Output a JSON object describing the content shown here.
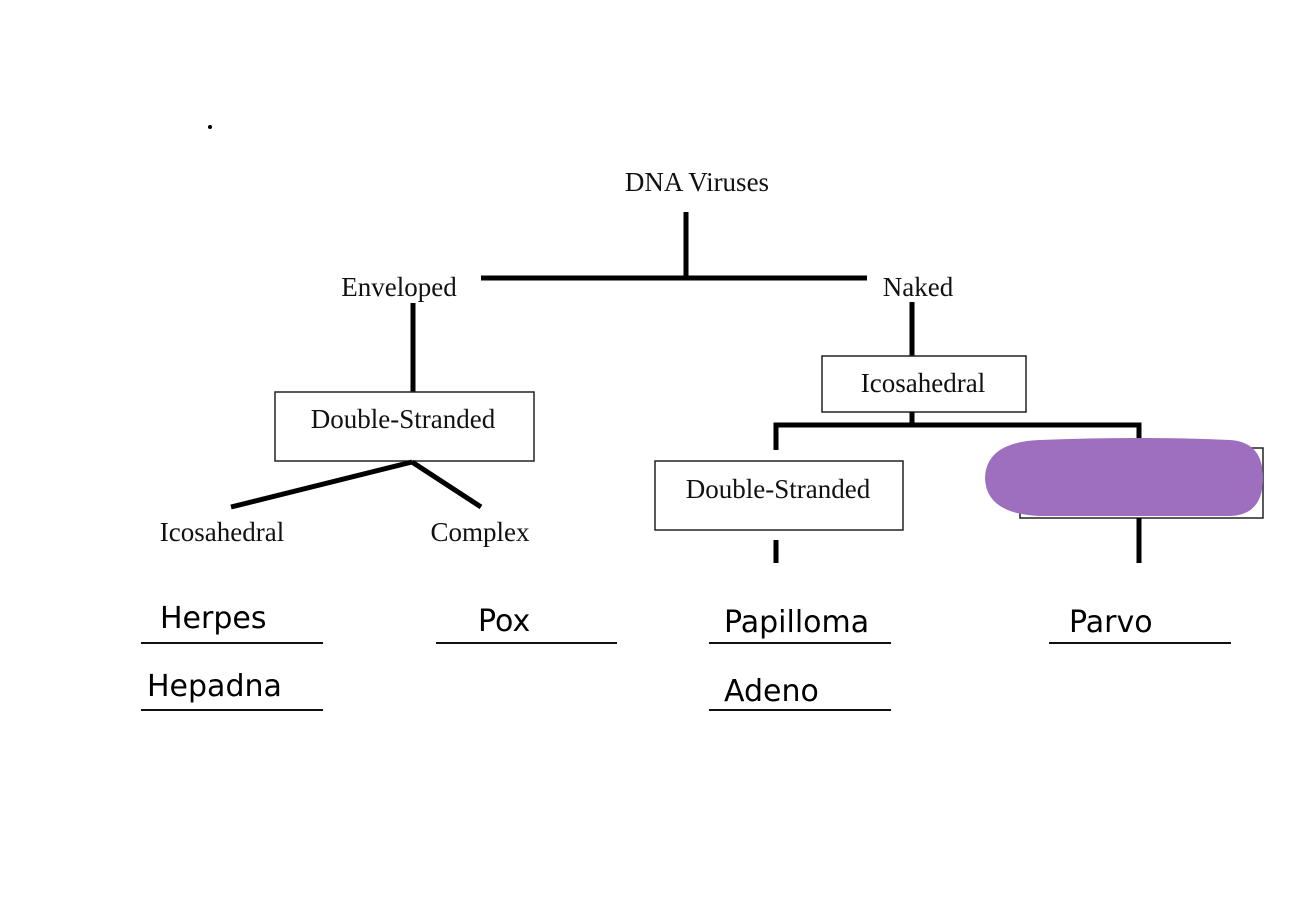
{
  "diagram": {
    "root": "DNA Viruses",
    "branches": {
      "enveloped": {
        "label": "Enveloped",
        "strand_box": "Double-Stranded",
        "children": {
          "icosahedral": "Icosahedral",
          "complex": "Complex"
        }
      },
      "naked": {
        "label": "Naked",
        "shape_box": "Icosahedral",
        "children": {
          "double_stranded": "Double-Stranded",
          "hidden_box": ""
        }
      }
    },
    "redaction_color": "#9e6fbf"
  },
  "answers": {
    "enveloped_icosahedral": [
      "Herpes",
      "Hepadna"
    ],
    "enveloped_complex": [
      "Pox"
    ],
    "naked_double_stranded": [
      "Papilloma",
      "Adeno"
    ],
    "naked_hidden": [
      "Parvo"
    ]
  }
}
